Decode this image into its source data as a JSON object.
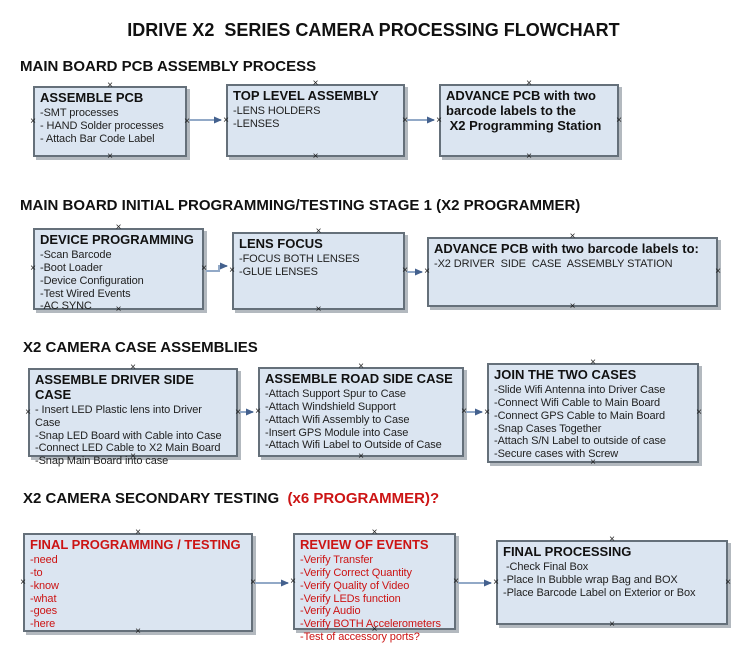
{
  "title": "IDRIVE X2  SERIES CAMERA PROCESSING FLOWCHART",
  "colors": {
    "box_fill": "#dbe5f1",
    "box_border": "#65707a",
    "red_text": "#cc1414",
    "arrow_line": "#92a9c7",
    "arrow_head": "#44618e"
  },
  "handle_glyph": "×",
  "sections": [
    {
      "heading": "MAIN BOARD PCB ASSEMBLY PROCESS",
      "heading_suffix": "",
      "boxes": [
        {
          "title": "ASSEMBLE PCB",
          "items": [
            "-SMT processes",
            "- HAND Solder processes",
            "- Attach Bar Code Label"
          ]
        },
        {
          "title": "TOP LEVEL ASSEMBLY",
          "items": [
            "-LENS HOLDERS",
            "-LENSES"
          ]
        },
        {
          "title": "ADVANCE PCB with two\nbarcode labels to the\n X2 Programming Station",
          "items": []
        }
      ]
    },
    {
      "heading": "MAIN BOARD INITIAL PROGRAMMING/TESTING STAGE 1 (X2 PROGRAMMER)",
      "heading_suffix": "",
      "boxes": [
        {
          "title": "DEVICE PROGRAMMING",
          "items": [
            "-Scan Barcode",
            "-Boot Loader",
            "-Device Configuration",
            "-Test Wired Events",
            "-AC SYNC"
          ]
        },
        {
          "title": "LENS FOCUS",
          "items": [
            "-FOCUS BOTH LENSES",
            "-GLUE LENSES"
          ]
        },
        {
          "title": "ADVANCE PCB with two barcode labels to:",
          "items": [
            "-X2 DRIVER  SIDE  CASE  ASSEMBLY STATION"
          ]
        }
      ]
    },
    {
      "heading": "X2 CAMERA CASE ASSEMBLIES",
      "heading_suffix": "",
      "boxes": [
        {
          "title": "ASSEMBLE DRIVER SIDE CASE",
          "items": [
            "- Insert LED Plastic lens into Driver Case",
            "-Snap LED Board with Cable into Case",
            "-Connect LED Cable to X2 Main Board",
            "-Snap Main Board into case"
          ]
        },
        {
          "title": "ASSEMBLE ROAD SIDE CASE",
          "items": [
            "-Attach Support Spur to Case",
            "-Attach Windshield Support",
            "-Attach Wifi Assembly to Case",
            "-Insert GPS Module into Case",
            "-Attach Wifi Label to Outside of Case"
          ]
        },
        {
          "title": "JOIN THE TWO CASES",
          "items": [
            "-Slide Wifi Antenna into Driver Case",
            "-Connect Wifi Cable to Main Board",
            "-Connect GPS Cable to Main Board",
            "-Snap Cases Together",
            "-Attach S/N Label to outside of case",
            "-Secure cases with Screw"
          ]
        }
      ]
    },
    {
      "heading": "X2 CAMERA SECONDARY TESTING  ",
      "heading_suffix": "(x6 PROGRAMMER)?",
      "boxes": [
        {
          "title": "FINAL PROGRAMMING / TESTING",
          "items": [
            "-need",
            "-to",
            "-know",
            "-what",
            "-goes",
            "-here"
          ]
        },
        {
          "title": "REVIEW OF EVENTS",
          "items": [
            "-Verify Transfer",
            "-Verify Correct Quantity",
            "-Verify Quality of Video",
            "-Verify LEDs function",
            "-Verify Audio",
            "-Verify BOTH Accelerometers",
            "-Test of accessory ports?"
          ]
        },
        {
          "title": "FINAL PROCESSING",
          "items": [
            " -Check Final Box",
            "-Place In Bubble wrap Bag and BOX",
            "-Place Barcode Label on Exterior or Box"
          ]
        }
      ]
    }
  ]
}
